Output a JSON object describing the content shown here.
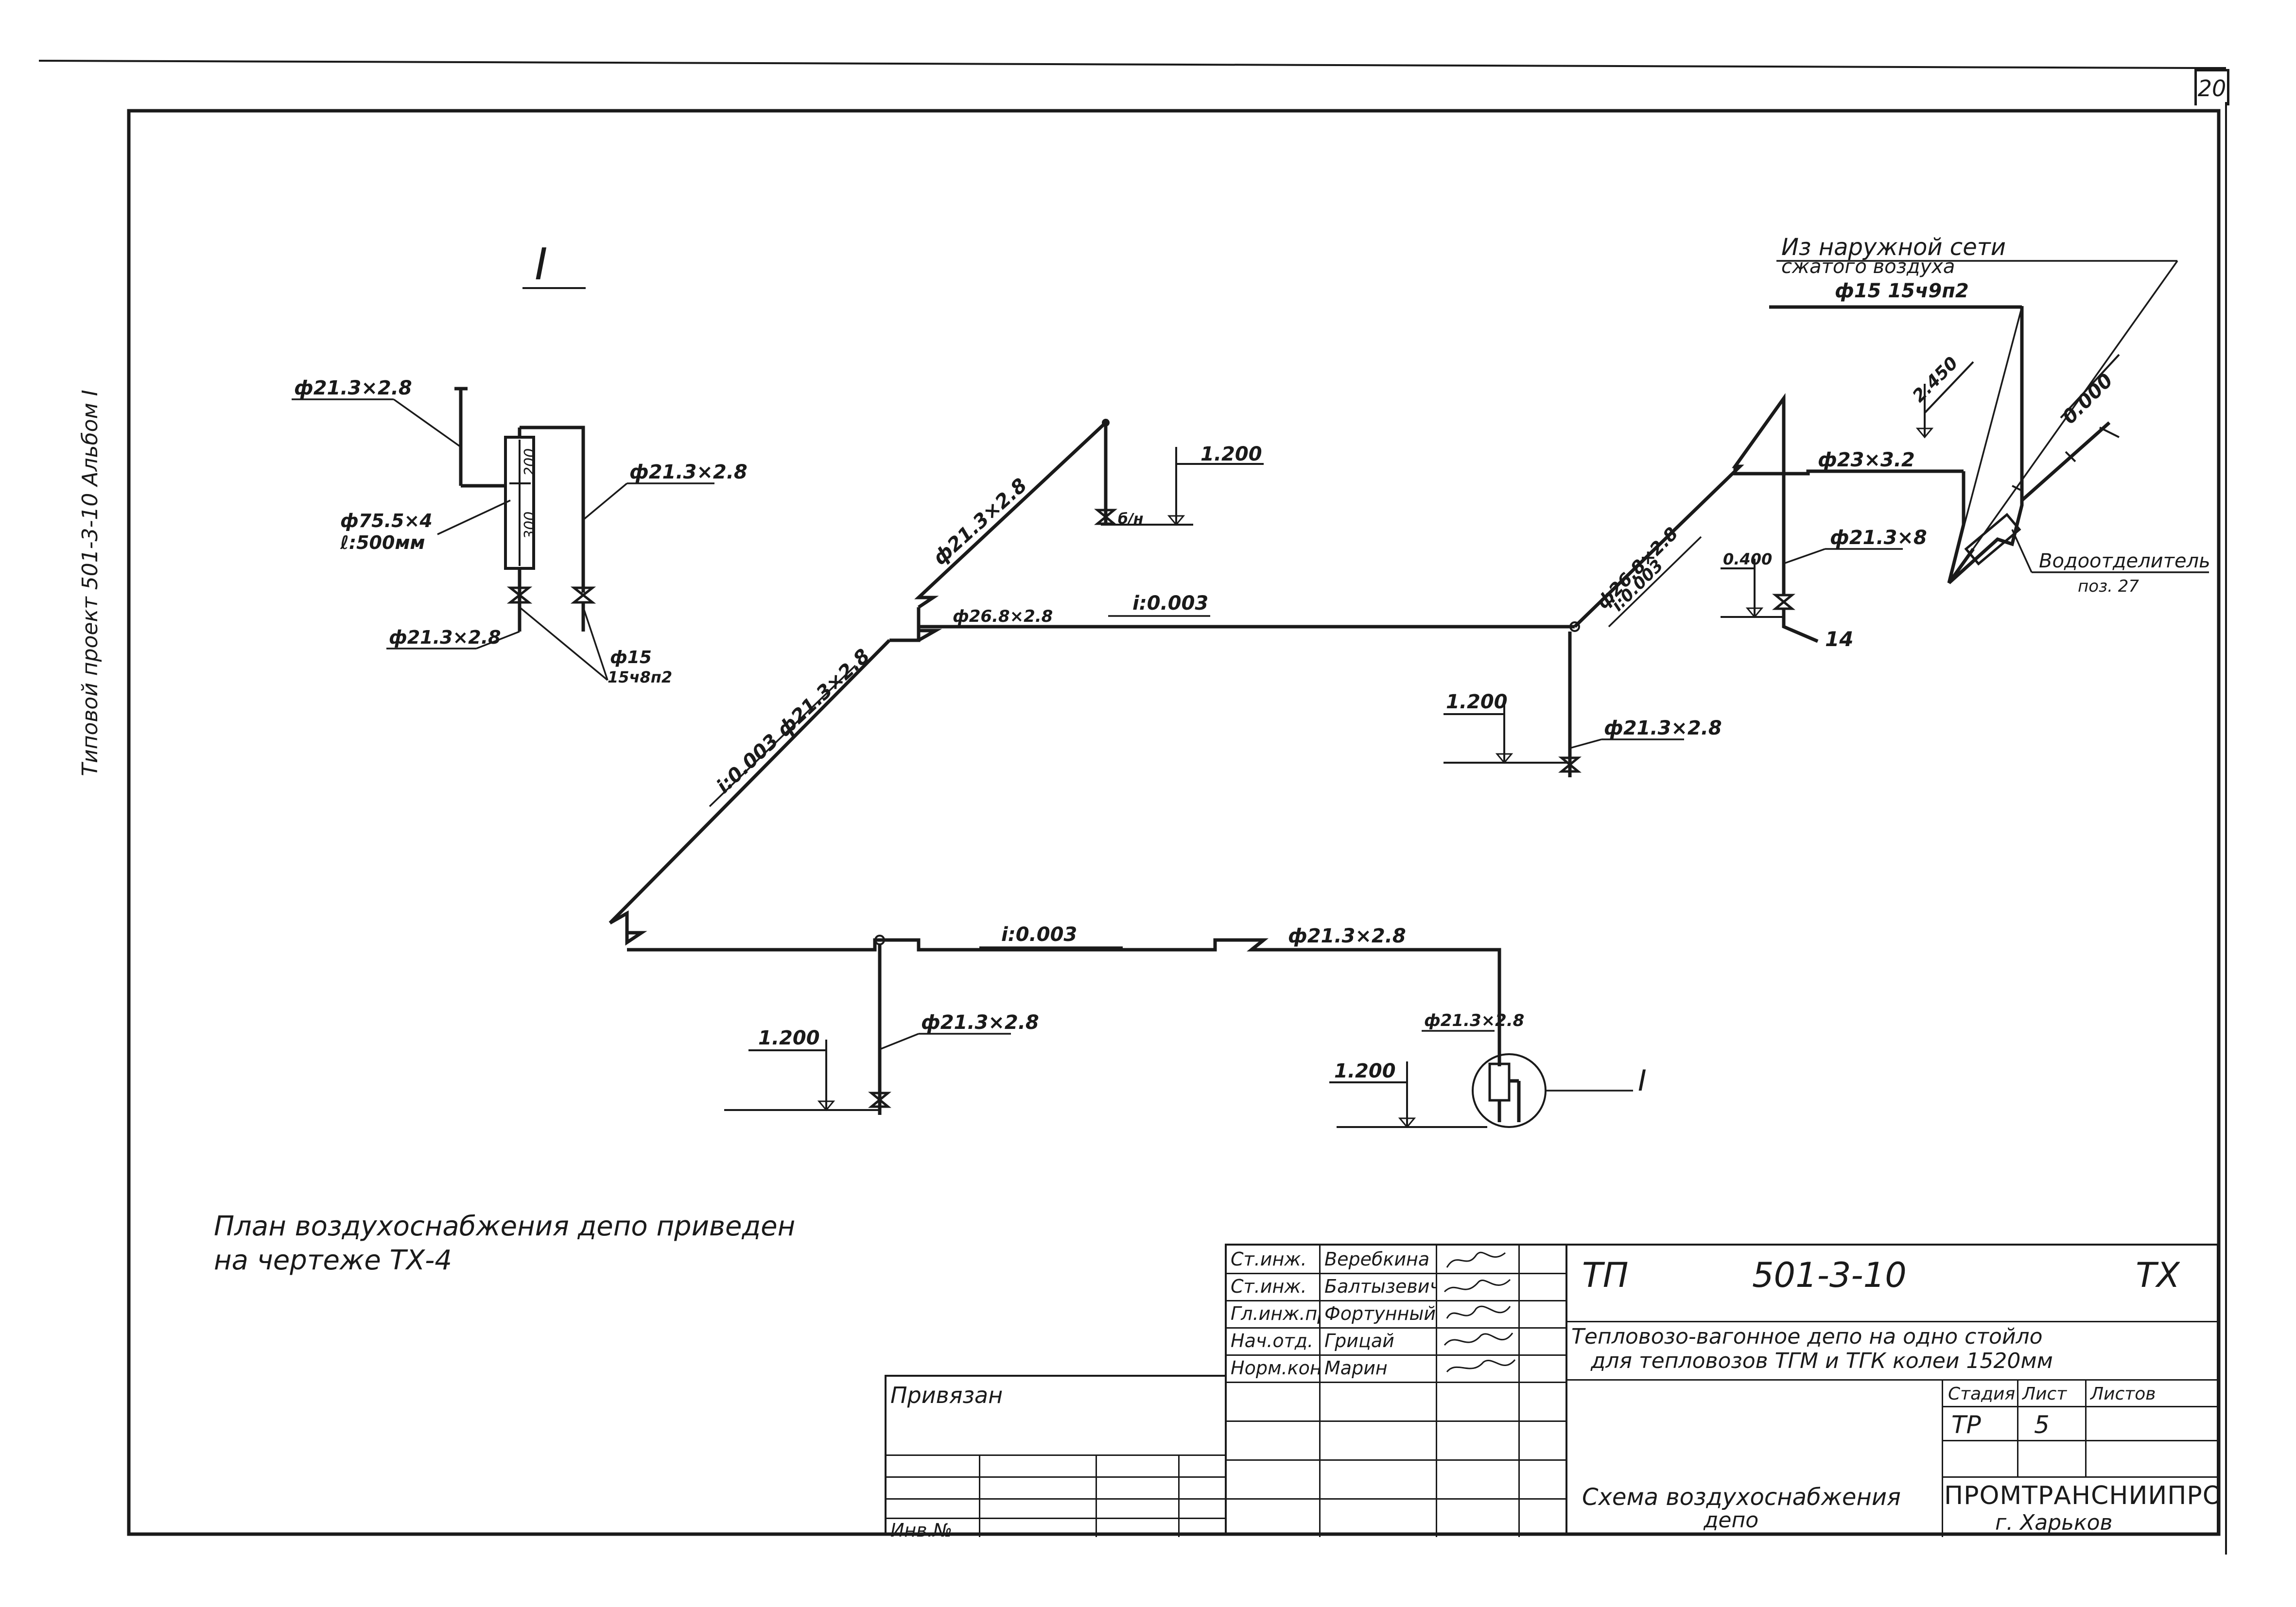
{
  "sheet": {
    "number": "20",
    "side_note": "Типовой проект 501-3-10 Альбом I"
  },
  "detail": {
    "mark": "I",
    "callout": "I",
    "pipe_top": "ф21.3×2.8",
    "pipe_right": "ф21.3×2.8",
    "pipe_bottom": "ф21.3×2.8",
    "vessel_size": "ф75.5×4",
    "vessel_length": "ℓ:500мм",
    "dim_upper": "200",
    "dim_lower": "300",
    "valve_note": "ф15",
    "valve_note2": "15ч8п2"
  },
  "scheme": {
    "inlet_note_1": "Из наружной сети",
    "inlet_note_2": "сжатого воздуха",
    "inlet_pipe": "ф15 15ч9п2",
    "elev_2450": "2.450",
    "elev_0000": "0.000",
    "pipe_423": "ф23×3.2",
    "pipe_213a": "ф21.3×8",
    "elev_0400": "0.400",
    "valve_14": "14",
    "separator_label": "Водоотделитель",
    "separator_pos": "поз. 27",
    "riser_a": "ф26.8×2.8",
    "slope_a": "i:0.003",
    "top_pipe": "ф26.8×2.8",
    "slope_top": "i:0.003",
    "elev_1200_top": "1.200",
    "outlet_note": "б/н",
    "riser_b": "ф21.3×2.8",
    "diag_pipe": "i:0.003 ф21.3×2.8",
    "elev_1200_mid": "1.200",
    "pipe_213b": "ф21.3×2.8",
    "bottom_slope": "i:0.003",
    "bottom_pipe": "ф21.3×2.8",
    "elev_1200_bl": "1.200",
    "pipe_213c": "ф21.3×2.8",
    "elev_1200_br": "1.200",
    "pipe_213d": "ф21.3×2.8"
  },
  "plan_note": {
    "line1": "План воздухоснабжения депо приведен",
    "line2": "на чертеже ТХ-4"
  },
  "title_block": {
    "signatures": [
      {
        "role": "Ст.инж.",
        "name": "Веребкина"
      },
      {
        "role": "Ст.инж.",
        "name": "Балтызевич"
      },
      {
        "role": "Гл.инж.пр",
        "name": "Фортунный"
      },
      {
        "role": "Нач.отд.",
        "name": "Грицай"
      },
      {
        "role": "Норм.конт",
        "name": "Марин"
      }
    ],
    "tp_label": "ТП",
    "project_code": "501-3-10",
    "mark": "ТХ",
    "project_title_1": "Тепловозо-вагонное депо на одно стойло",
    "project_title_2": "для тепловозов ТГМ и ТГК колеи 1520мм",
    "stage_header": "Стадия",
    "sheet_header": "Лист",
    "sheets_header": "Листов",
    "stage_value": "ТР",
    "sheet_value": "5",
    "sheets_value": "",
    "drawing_title_1": "Схема воздухоснабжения",
    "drawing_title_2": "депо",
    "organization": "ПРОМТРАНСНИИПРОЕКТ",
    "city": "г. Харьков",
    "bound_label": "Привязан",
    "inv_label": "Инв.№"
  }
}
